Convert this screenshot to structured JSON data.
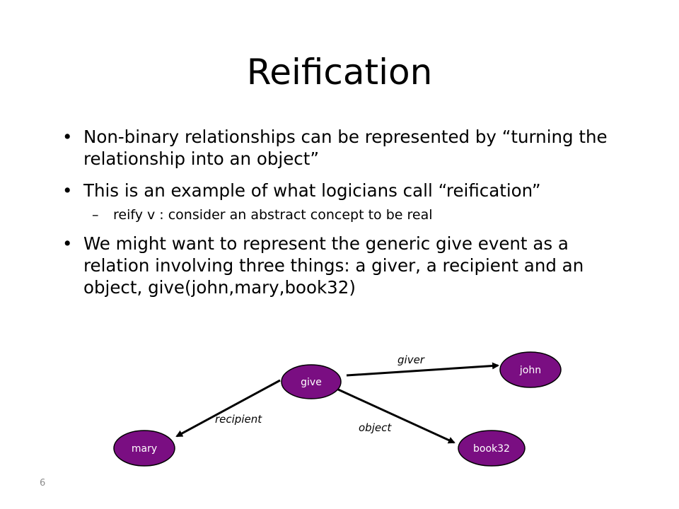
{
  "slide": {
    "title": "Reification",
    "page_number": "6"
  },
  "bullets": [
    {
      "text": "Non-binary relationships can be represented by “turning the relationship into an object”"
    },
    {
      "text": "This is an example of what logicians call “reification”",
      "sub": "reify v : consider an abstract concept to be real"
    },
    {
      "text": "We might want to represent the generic give event as a relation involving three things: a giver, a recipient and an object, give(john,mary,book32)"
    }
  ],
  "diagram": {
    "node_color": "#7a0e82",
    "text_color": "#ffffff",
    "nodes": {
      "give": "give",
      "john": "john",
      "mary": "mary",
      "book32": "book32"
    },
    "edges": {
      "giver": "giver",
      "recipient": "recipient",
      "object": "object"
    }
  }
}
